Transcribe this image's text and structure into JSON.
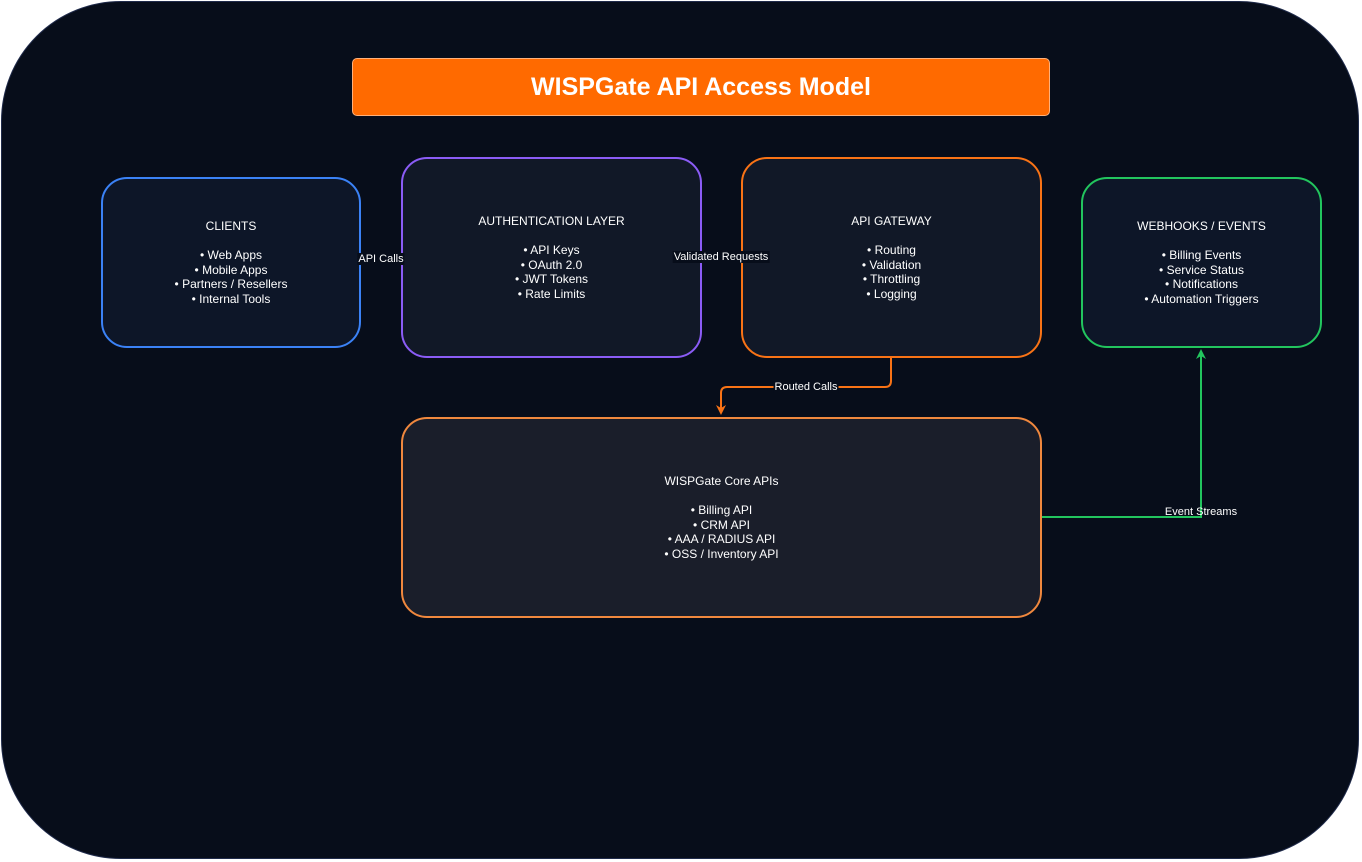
{
  "title": "WISPGate API Access Model",
  "colors": {
    "background": "#070d1a",
    "title_fill": "#ff6a00",
    "clients_border": "#3b82f6",
    "auth_border": "#8b5cf6",
    "gateway_border": "#f97316",
    "webhooks_border": "#22c55e",
    "core_border": "#f0883e"
  },
  "nodes": {
    "clients": {
      "heading": "CLIENTS",
      "items": [
        "• Web Apps",
        "• Mobile Apps",
        "• Partners / Resellers",
        "• Internal Tools"
      ]
    },
    "auth": {
      "heading": "AUTHENTICATION LAYER",
      "items": [
        "• API Keys",
        "• OAuth 2.0",
        "• JWT Tokens",
        "• Rate Limits"
      ]
    },
    "gateway": {
      "heading": "API GATEWAY",
      "items": [
        "• Routing",
        "• Validation",
        "• Throttling",
        "• Logging"
      ]
    },
    "webhooks": {
      "heading": "WEBHOOKS / EVENTS",
      "items": [
        "• Billing Events",
        "• Service Status",
        "• Notifications",
        "• Automation Triggers"
      ]
    },
    "core": {
      "heading": "WISPGate Core APIs",
      "items": [
        "• Billing API",
        "• CRM API",
        "• AAA / RADIUS API",
        "• OSS / Inventory API"
      ]
    }
  },
  "edges": {
    "clients_to_auth": "API Calls",
    "auth_to_gateway": "Validated Requests",
    "gateway_to_core": "Routed Calls",
    "core_to_webhooks": "Event Streams"
  }
}
